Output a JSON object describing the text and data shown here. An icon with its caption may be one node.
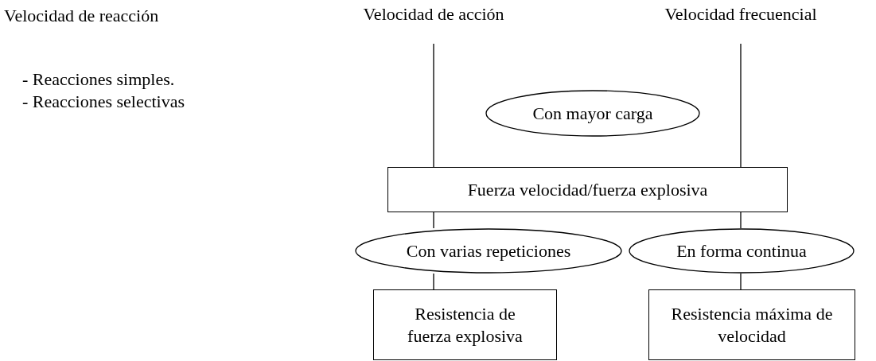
{
  "diagram": {
    "nodes": [
      {
        "text": [
          "Velocidad de acción"
        ]
      },
      {
        "text": [
          "Velocidad frecuencial"
        ]
      },
      {
        "text": [
          "Con mayor carga"
        ]
      },
      {
        "text": [
          "Fuerza velocidad/fuerza explosiva"
        ]
      },
      {
        "text": [
          "Con varias repeticiones"
        ]
      },
      {
        "text": [
          "En forma continua"
        ]
      },
      {
        "text": [
          "Resistencia de fuerza explosiva"
        ]
      },
      {
        "text": [
          "Resistencia máxima de velocidad"
        ]
      }
    ],
    "edges": [
      {
        "from": 0,
        "to": 3,
        "arrow": "none"
      },
      {
        "from": 1,
        "to": 3,
        "arrow": "none"
      },
      {
        "from": 3,
        "to": 4,
        "arrow": "none"
      },
      {
        "from": 3,
        "to": 5,
        "arrow": "none"
      },
      {
        "from": 4,
        "to": 6,
        "arrow": "none"
      },
      {
        "from": 5,
        "to": 7,
        "arrow": "none"
      }
    ],
    "labels": [
      "Velocidad de reacción",
      "- Reacciones simples.",
      "- Reacciones selectivas"
    ]
  }
}
